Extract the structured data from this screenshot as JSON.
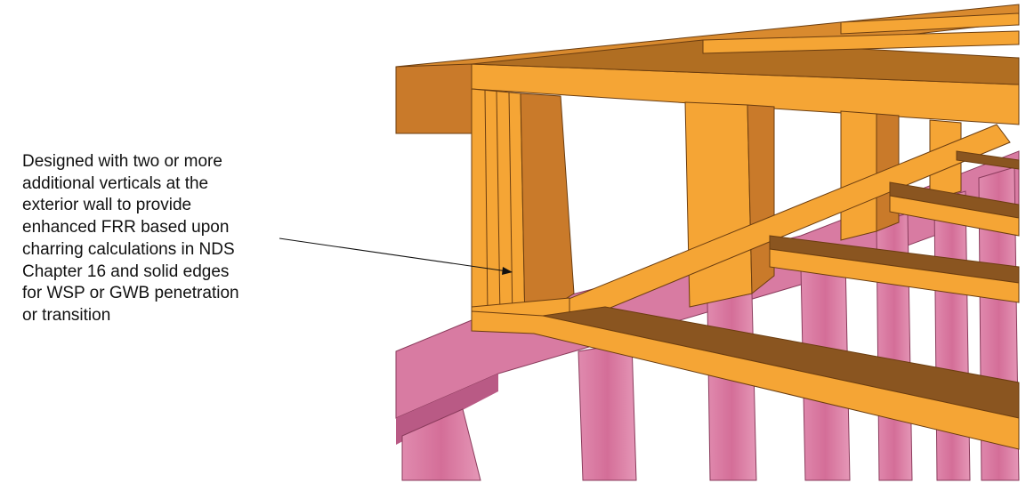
{
  "annotation": {
    "lines": [
      "Designed with two or more",
      "additional verticals at the",
      "exterior wall to provide",
      "enhanced FRR based upon",
      "charring calculations in NDS",
      "Chapter 16 and solid edges",
      "for WSP or GWB penetration",
      "or transition"
    ]
  },
  "colors": {
    "orange": "#F5A535",
    "orange_shade": "#D0842E",
    "brown": "#8A5520",
    "pink": "#D9779E",
    "pink_dark": "#B5557E"
  }
}
